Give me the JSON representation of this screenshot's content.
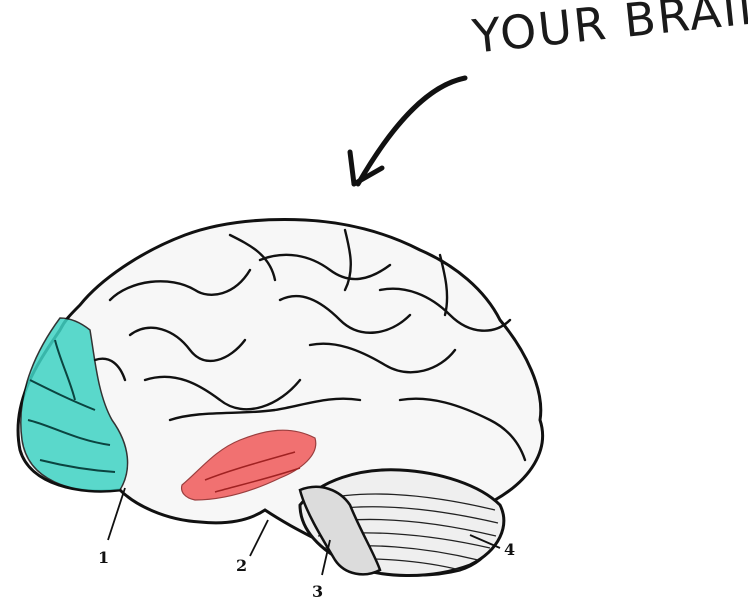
{
  "heading": "YOUR BRAIN",
  "labels": {
    "one": "1",
    "two": "2",
    "three": "3",
    "four": "4"
  },
  "colors": {
    "frontal_highlight": "#3fd3c4",
    "temporal_highlight": "#f05a5a",
    "ink": "#111111"
  },
  "icons": {
    "arrow": "curved-arrow-icon"
  }
}
